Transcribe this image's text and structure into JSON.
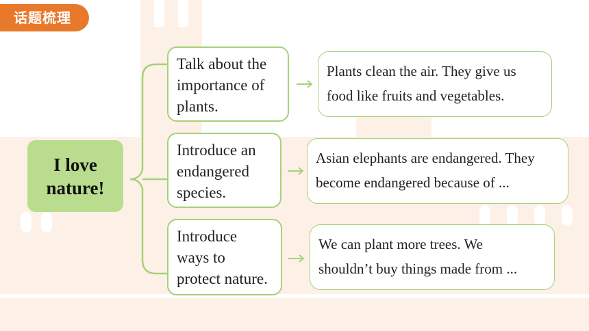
{
  "header": {
    "tag": "话题梳理"
  },
  "center": {
    "line1": "I love",
    "line2": "nature!"
  },
  "branches": [
    {
      "topic": [
        "Talk about the",
        "importance of",
        "plants."
      ],
      "example": [
        "Plants clean the air. They give us",
        "food like fruits and vegetables."
      ]
    },
    {
      "topic": [
        "Introduce an",
        "endangered",
        "species."
      ],
      "example": [
        "Asian elephants are endangered. They",
        "become endangered because of ..."
      ]
    },
    {
      "topic": [
        "Introduce",
        "ways to",
        "protect nature."
      ],
      "example": [
        "We can plant more trees. We",
        "shouldn’t buy things made from ..."
      ]
    }
  ],
  "colors": {
    "accent": "#e8792b",
    "green": "#a6d17a",
    "center_fill": "#b9dc8e"
  }
}
